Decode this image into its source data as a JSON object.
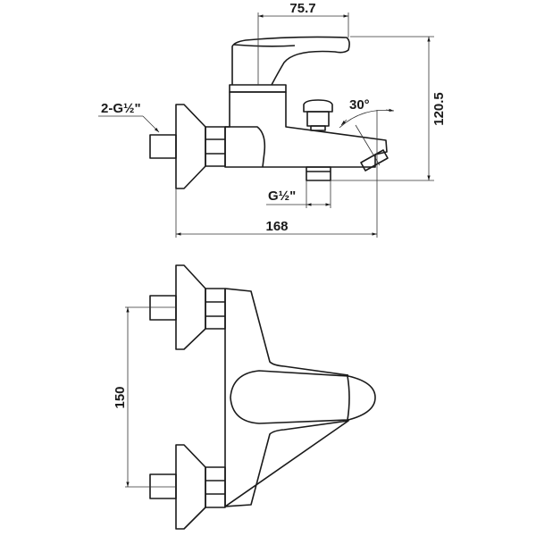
{
  "drawing": {
    "side_view": {
      "dim_lever_width": "75.7",
      "dim_height": "120.5",
      "dim_total_length": "168",
      "inlet_thread_label": "2-G½\"",
      "outlet_thread_label": "G½\"",
      "spout_angle_label": "30°"
    },
    "top_view": {
      "dim_inlet_spacing": "150"
    }
  }
}
